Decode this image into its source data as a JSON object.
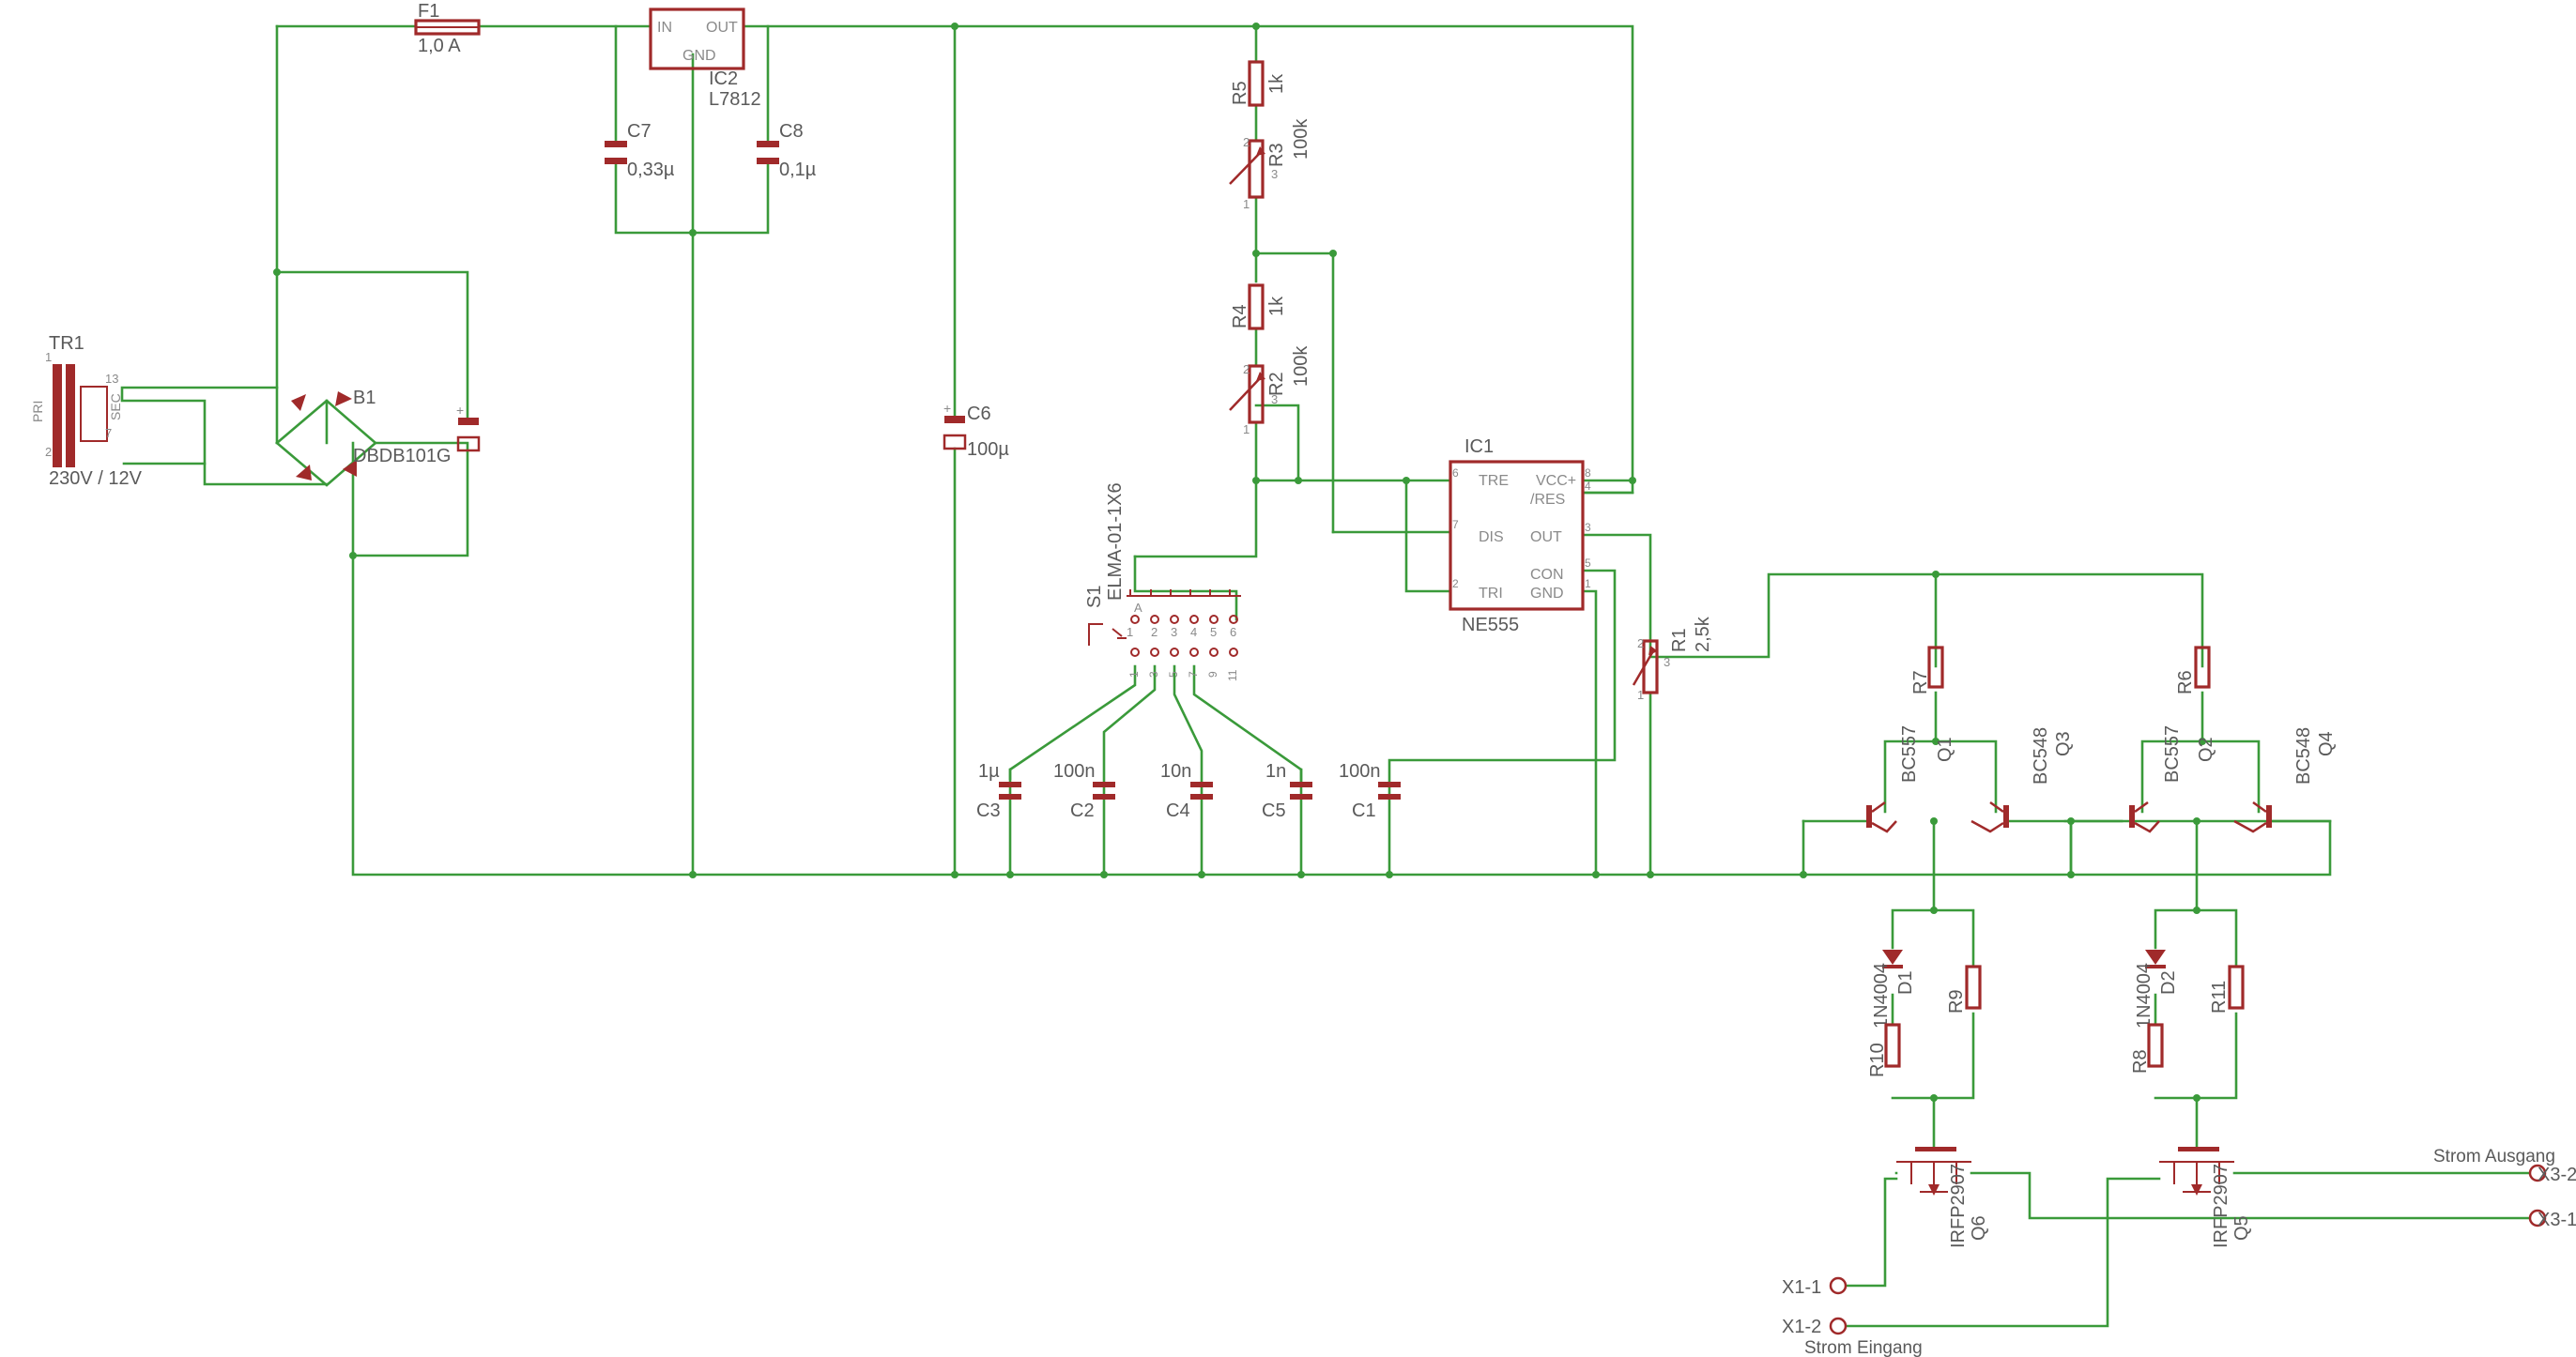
{
  "labels": {
    "f1": "F1",
    "f1_value": "1,0 A",
    "ic2": "IC2",
    "ic2_value": "L7812",
    "ic2_in": "IN",
    "ic2_out": "OUT",
    "ic2_gnd": "GND",
    "c7": "C7",
    "c7_value": "0,33µ",
    "c8": "C8",
    "c8_value": "0,1µ",
    "tr1": "TR1",
    "tr1_value": "230V / 12V",
    "tr1_pri": "PRI",
    "tr1_sec": "SEC",
    "tr1_pins": [
      "1",
      "2",
      "13",
      "7"
    ],
    "b1": "B1",
    "b1_value": "DBDB101G",
    "c6": "C6",
    "c6_value": "100µ",
    "r5": "R5",
    "r5_value": "1k",
    "r3": "R3",
    "r3_value": "100k",
    "r4": "R4",
    "r4_value": "1k",
    "r2": "R2",
    "r2_value": "100k",
    "ic1": "IC1",
    "ic1_value": "NE555",
    "ic1_pins": {
      "tre": "TRE",
      "vcc": "VCC+",
      "res": "/RES",
      "dis": "DIS",
      "out": "OUT",
      "tri": "TRI",
      "con": "CON",
      "gnd": "GND"
    },
    "ic1_pin_numbers": [
      "6",
      "8",
      "4",
      "7",
      "3",
      "2",
      "5",
      "1"
    ],
    "s1": "S1",
    "s1_value": "ELMA-01-1X6",
    "s1_a": "A",
    "s1_top_pins": [
      "1",
      "2",
      "3",
      "4",
      "5",
      "6"
    ],
    "s1_bottom_pins": [
      "1",
      "3",
      "5",
      "7",
      "9",
      "11"
    ],
    "c3": "C3",
    "c3_value": "1µ",
    "c2": "C2",
    "c2_value": "100n",
    "c4": "C4",
    "c4_value": "10n",
    "c5": "C5",
    "c5_value": "1n",
    "c1": "C1",
    "c1_value": "100n",
    "r1": "R1",
    "r1_value": "2,5k",
    "r7": "R7",
    "r6": "R6",
    "q1": "Q1",
    "q1_value": "BC557",
    "q3": "Q3",
    "q3_value": "BC548",
    "q2": "Q2",
    "q2_value": "BC557",
    "q4": "Q4",
    "q4_value": "BC548",
    "d1": "D1",
    "d1_value": "1N4004",
    "d2": "D2",
    "d2_value": "1N4004",
    "r9": "R9",
    "r10": "R10",
    "r8": "R8",
    "r11": "R11",
    "q6": "Q6",
    "q6_value": "IRFP2907",
    "q5": "Q5",
    "q5_value": "IRFP2907",
    "x1_1": "X1-1",
    "x1_2": "X1-2",
    "x3_1": "X3-1",
    "x3_2": "X3-2",
    "strom_eingang": "Strom Eingang",
    "strom_ausgang": "Strom Ausgang",
    "pot_pins": [
      "1",
      "2",
      "3"
    ]
  },
  "colors": {
    "wire": "#3a9a3a",
    "symbol": "#a02a2a",
    "text": "#5a5a5a",
    "pin_text": "#8a8a8a",
    "background": "#ffffff"
  }
}
